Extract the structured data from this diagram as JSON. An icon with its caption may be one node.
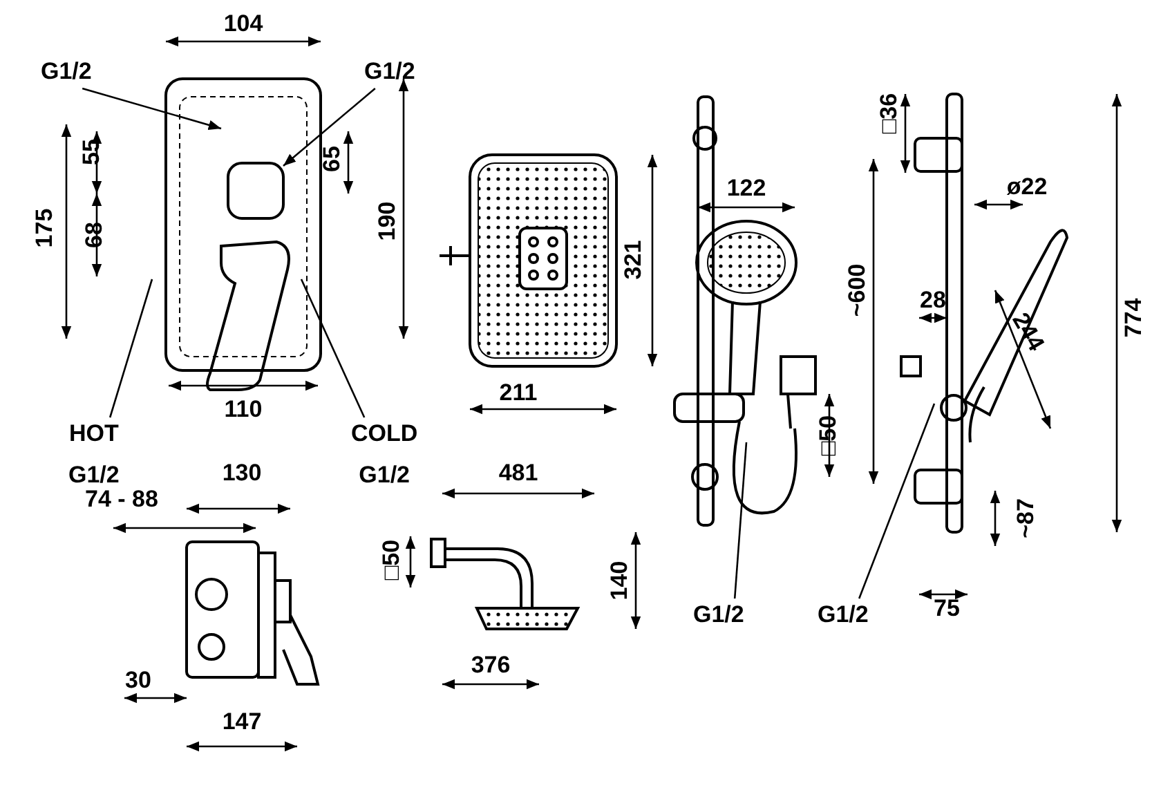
{
  "diagram": {
    "nodes": [
      {
        "text": [
          "G1/2"
        ]
      },
      {
        "text": [
          "G1/2"
        ]
      },
      {
        "text": [
          "HOT",
          "G1/2"
        ]
      },
      {
        "text": [
          "COLD",
          "G1/2"
        ]
      },
      {
        "text": [
          "G1/2"
        ]
      },
      {
        "text": [
          "G1/2"
        ]
      },
      {
        "text": [],
        "shape": "picture"
      }
    ],
    "edges": [
      {
        "from": 0,
        "to": 6,
        "arrow": "to"
      },
      {
        "from": 1,
        "to": 6,
        "arrow": "to"
      },
      {
        "from": 2,
        "to": 6,
        "arrow": "none"
      },
      {
        "from": 3,
        "to": 6,
        "arrow": "none"
      },
      {
        "from": 4,
        "to": null,
        "arrow": "none"
      },
      {
        "from": 5,
        "to": null,
        "arrow": "none"
      }
    ],
    "labels": [
      "104",
      "55",
      "65",
      "175",
      "68",
      "190",
      "110",
      "321",
      "211",
      "122",
      "~600",
      "□36",
      "ø22",
      "28",
      "244",
      "774",
      "□50",
      "130",
      "74 - 88",
      "481",
      "□50",
      "140",
      "30",
      "376",
      "147",
      "75",
      "~87"
    ]
  }
}
